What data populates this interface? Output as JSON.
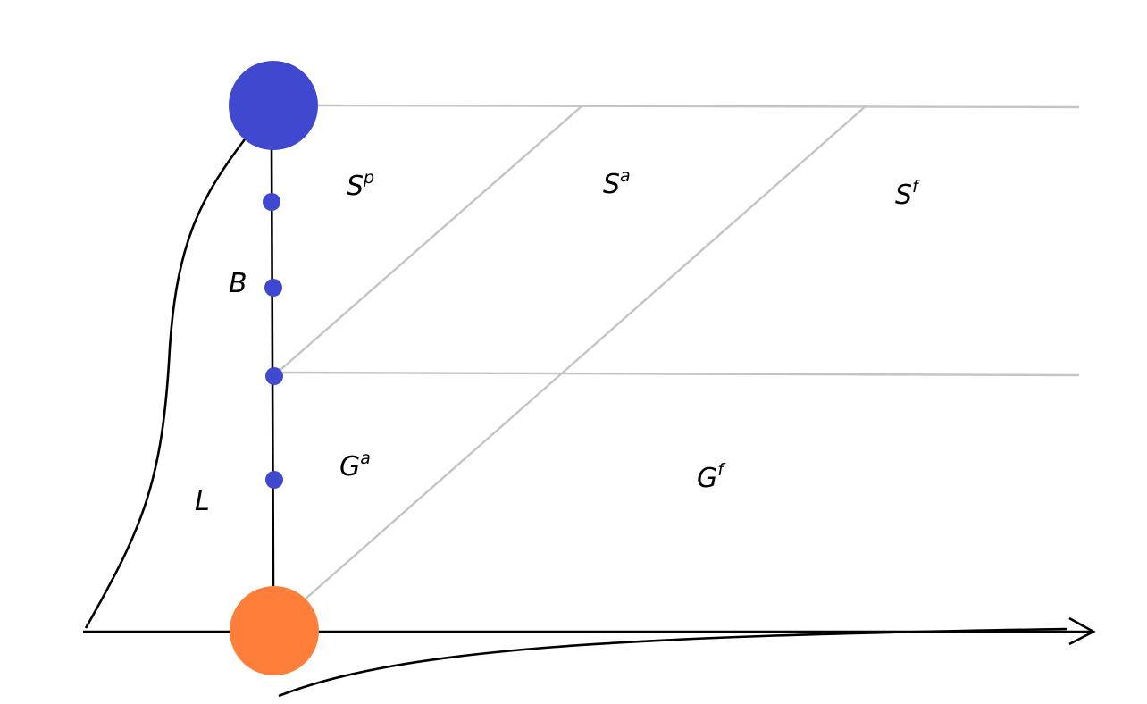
{
  "colors": {
    "top_node": "#4048cf",
    "bottom_node": "#ff7f3a",
    "small_node": "#4048cf",
    "grid": "#c4c4c4",
    "ink": "#000000"
  },
  "regions": {
    "S_p": {
      "base": "S",
      "sup": "p"
    },
    "S_a": {
      "base": "S",
      "sup": "a"
    },
    "S_f": {
      "base": "S",
      "sup": "f"
    },
    "G_a": {
      "base": "G",
      "sup": "a"
    },
    "G_f": {
      "base": "G",
      "sup": "f"
    }
  },
  "labels": {
    "B": "B",
    "L": "L"
  }
}
